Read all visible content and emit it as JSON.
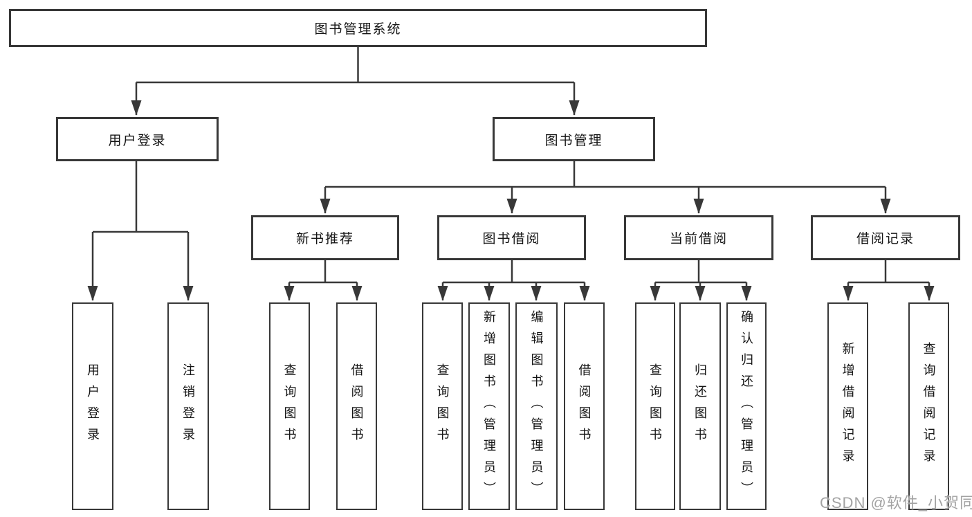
{
  "diagram": {
    "root": {
      "label": "图书管理系统"
    },
    "branches": [
      {
        "label": "用户登录",
        "children": [
          {
            "label": "用户登录"
          },
          {
            "label": "注销登录"
          }
        ]
      },
      {
        "label": "图书管理",
        "sections": [
          {
            "label": "新书推荐",
            "children": [
              {
                "label": "查询图书"
              },
              {
                "label": "借阅图书"
              }
            ]
          },
          {
            "label": "图书借阅",
            "children": [
              {
                "label": "查询图书"
              },
              {
                "label": "新增图书（管理员）"
              },
              {
                "label": "编辑图书（管理员）"
              },
              {
                "label": "借阅图书"
              }
            ]
          },
          {
            "label": "当前借阅",
            "children": [
              {
                "label": "查询图书"
              },
              {
                "label": "归还图书"
              },
              {
                "label": "确认归还（管理员）"
              }
            ]
          },
          {
            "label": "借阅记录",
            "children": [
              {
                "label": "新增借阅记录"
              },
              {
                "label": "查询借阅记录"
              }
            ]
          }
        ]
      }
    ]
  },
  "watermark": {
    "text": "CSDN @软件_小贺同学"
  },
  "colors": {
    "line": "#383838",
    "box_border": "#383838",
    "box_fill": "#ffffff",
    "text": "#141414",
    "watermark": "#a3a3a3"
  }
}
